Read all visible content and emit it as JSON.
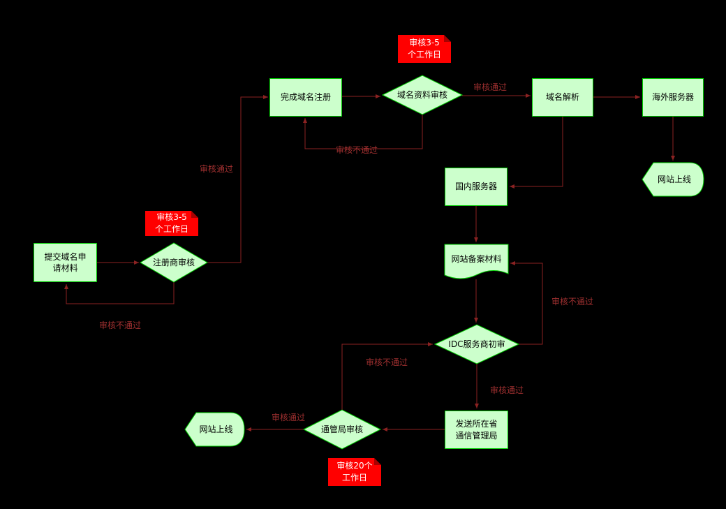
{
  "diagram": {
    "title": "website-launch-flowchart",
    "colors": {
      "background": "#000000",
      "node_fill": "#ccffcc",
      "node_stroke": "#00cc00",
      "node_text": "#000000",
      "edge": "#8b2222",
      "edge_label": "#a03030",
      "note_fill": "#ff0000",
      "note_fold": "#aa0000",
      "note_text": "#ffffff"
    },
    "nodes": {
      "submit_materials": "提交域名申\n请材料",
      "registrar_review": "注册商审核",
      "complete_registration": "完成域名注册",
      "domain_info_review": "域名资料审核",
      "domain_resolution": "域名解析",
      "overseas_server": "海外服务器",
      "site_online_overseas": "网站上线",
      "domestic_server": "国内服务器",
      "filing_materials": "网站备案材料",
      "idc_initial_review": "IDC服务商初审",
      "send_provincial_bureau": "发送所在省\n通信管理局",
      "bureau_review": "通管局审核",
      "site_online_domestic": "网站上线"
    },
    "notes": {
      "note_registrar": "审核3-5\n个工作日",
      "note_domain_info": "审核3-5\n个工作日",
      "note_bureau": "审核20个\n工作日"
    },
    "edge_labels": {
      "pass_registrar": "审核通过",
      "fail_registrar": "审核不通过",
      "pass_domain_info": "审核通过",
      "fail_domain_info": "审核不通过",
      "fail_idc": "审核不通过",
      "pass_idc": "审核通过",
      "fail_bureau": "审核不通过",
      "pass_bureau": "审核通过"
    }
  }
}
